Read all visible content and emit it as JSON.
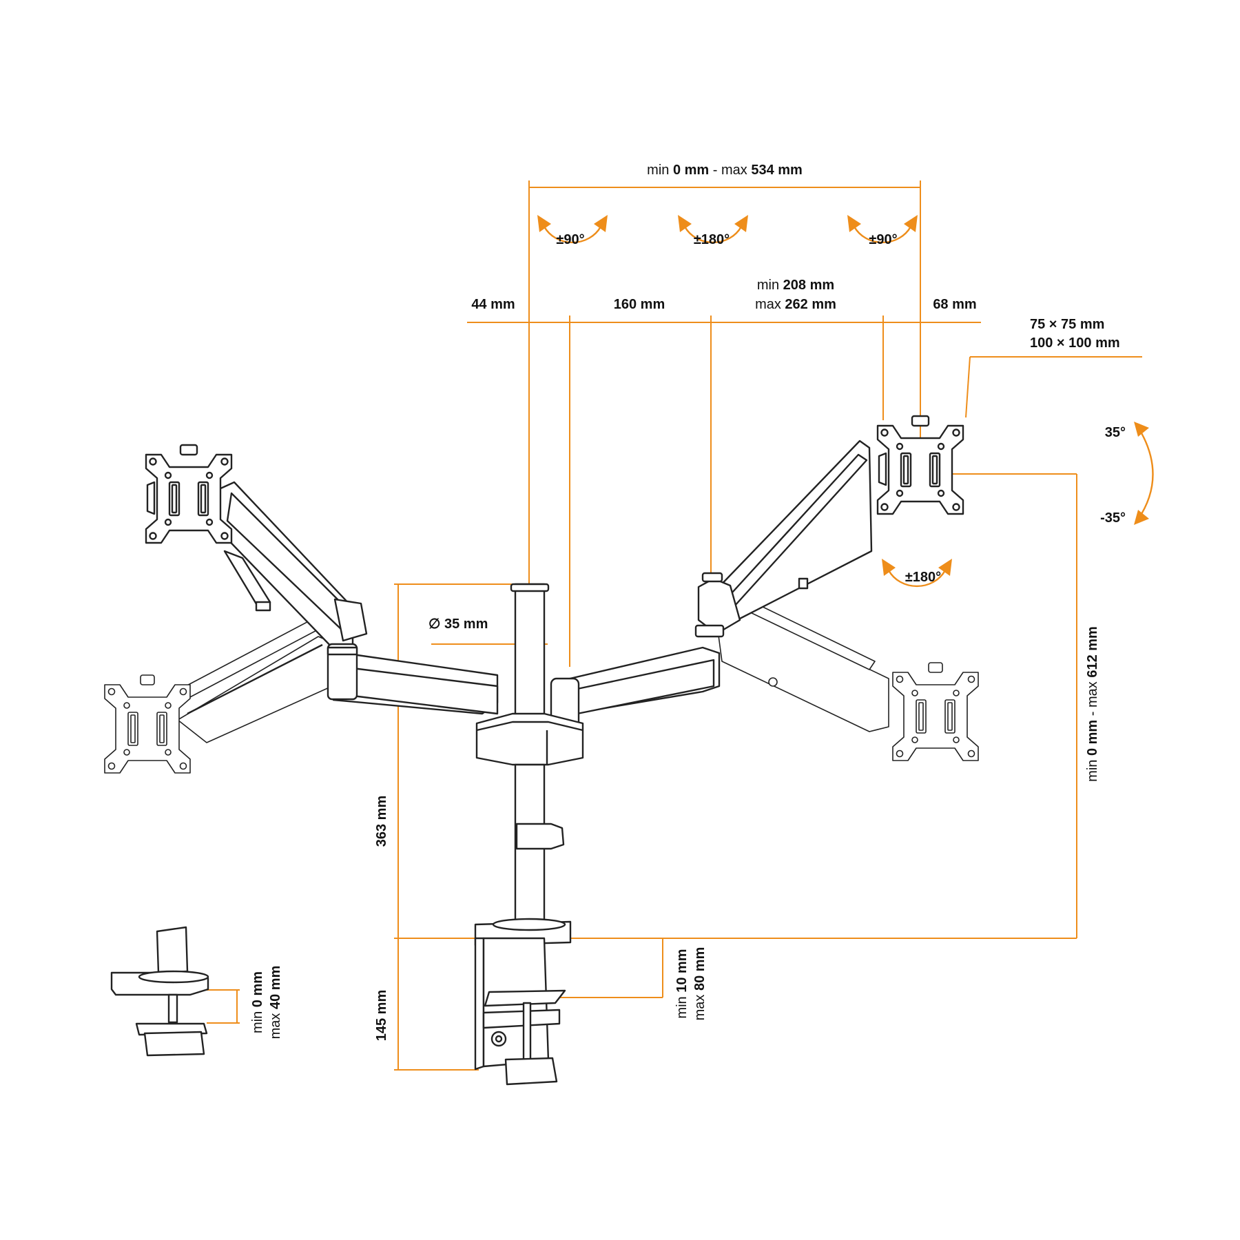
{
  "colors": {
    "accent": "#ee8d1a",
    "line": "#222222",
    "background": "#ffffff"
  },
  "labels": {
    "top_range": {
      "min_word": "min",
      "min_val": "0 mm",
      "sep": " - ",
      "max_word": "max",
      "max_val": "534 mm"
    },
    "rot_left": "±90°",
    "rot_center": "±180°",
    "rot_right": "±90°",
    "offset_44": "44 mm",
    "offset_160": "160 mm",
    "arm_range": {
      "min_word": "min",
      "min_val": "208 mm",
      "max_word": "max",
      "max_val": "262 mm"
    },
    "offset_68": "68 mm",
    "vesa": {
      "line1": "75 × 75 mm",
      "line2": "100 × 100 mm"
    },
    "tilt_up": "35°",
    "tilt_down": "-35°",
    "rot_monitor": "±180°",
    "pole_diameter": "∅ 35 mm",
    "height_range": {
      "min_word": "min",
      "min_val": "0 mm",
      "sep": " - ",
      "max_word": "max",
      "max_val": "612 mm"
    },
    "pole_height": "363 mm",
    "clamp_height": "145 mm",
    "desk_range": {
      "min_word": "min",
      "min_val": "10 mm",
      "max_word": "max",
      "max_val": "80 mm"
    },
    "grommet_range": {
      "min_word": "min",
      "min_val": "0 mm",
      "max_word": "max",
      "max_val": "40 mm"
    }
  }
}
